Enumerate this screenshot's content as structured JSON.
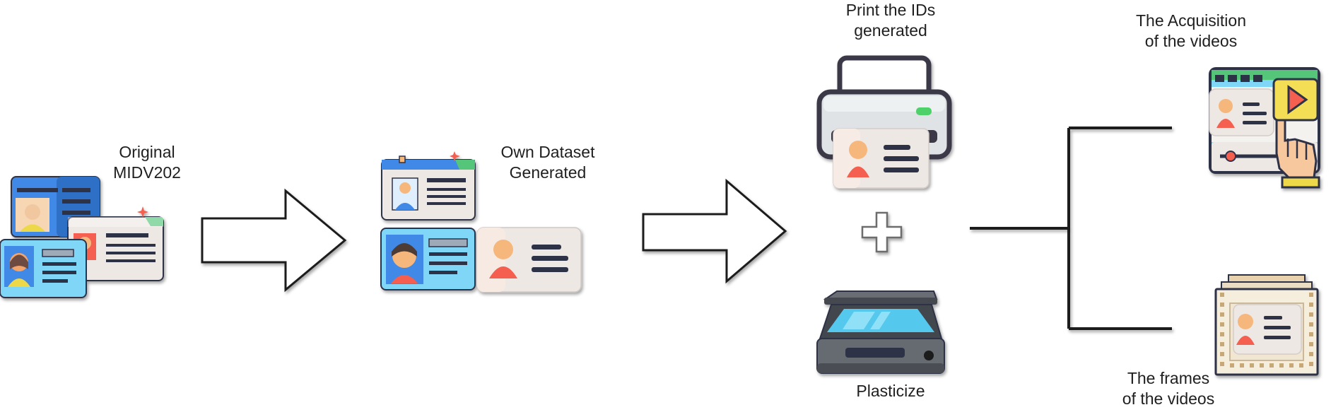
{
  "labels": {
    "original": [
      "Original",
      "MIDV202"
    ],
    "own_dataset": [
      "Own Dataset",
      "Generated"
    ],
    "print": [
      "Print the IDs",
      "generated"
    ],
    "plasticize": [
      "Plasticize"
    ],
    "acquisition": [
      "The Acquisition",
      "of the videos"
    ],
    "frames": [
      "The frames",
      "of the videos"
    ]
  },
  "icons": {
    "original": "id-card-stack-icon",
    "own_dataset": "generated-id-cards-icon",
    "printer": "printer-icon",
    "plus": "plus-icon",
    "laminator": "laminator-scanner-icon",
    "video": "video-player-icon",
    "frames": "film-frames-icon"
  },
  "colors": {
    "outline": "#1f1f1f",
    "card_blue": "#7fd6f7",
    "card_blue_dark": "#3f89e6",
    "card_neutral": "#eee8e5",
    "person_orange": "#f6b77b",
    "person_red": "#f45f4f",
    "dark": "#2f3147"
  }
}
